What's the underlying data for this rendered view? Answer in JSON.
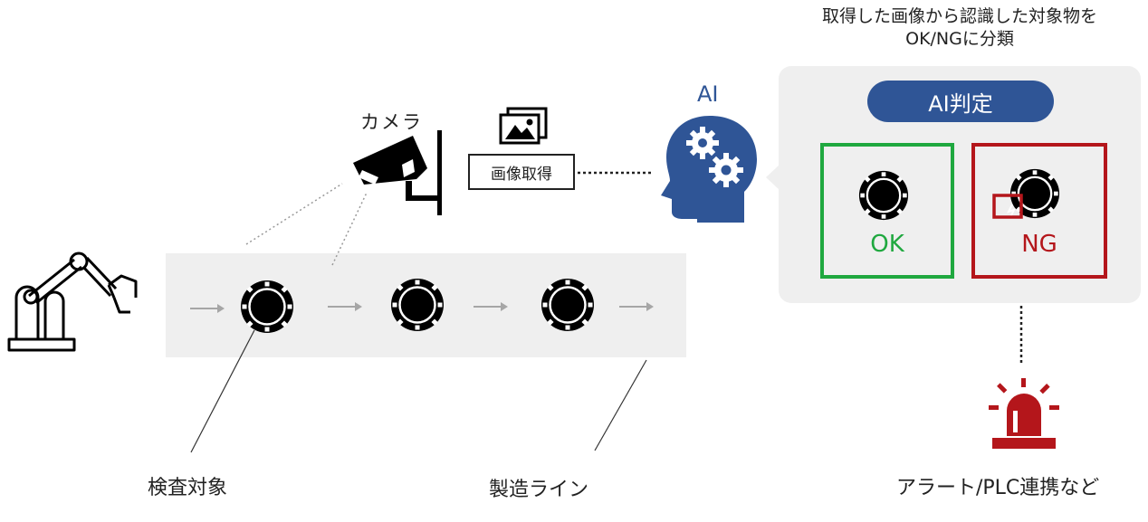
{
  "description": "取得した画像から認識した対象物を\nOK/NGに分類",
  "description_lines": [
    "取得した画像から認識した対象物を",
    "OK/NGに分類"
  ],
  "ai_label": "AI",
  "camera_label": "カメラ",
  "image_acquisition_label": "画像取得",
  "judgement_title": "AI判定",
  "ok_label": "OK",
  "ng_label": "NG",
  "inspection_target_label": "検査対象",
  "production_line_label": "製造ライン",
  "alert_label": "アラート/PLC連携など",
  "colors": {
    "ai_blue": "#2f5596",
    "ok_green": "#1fa83f",
    "ng_red": "#b4161b",
    "panel_gray": "#efefef",
    "arrow_gray": "#a6a6a6"
  },
  "icons": [
    "robot-arm-icon",
    "security-camera-icon",
    "image-stack-icon",
    "ai-head-gears-icon",
    "part-disc-icon",
    "alarm-light-icon",
    "defect-marker"
  ]
}
